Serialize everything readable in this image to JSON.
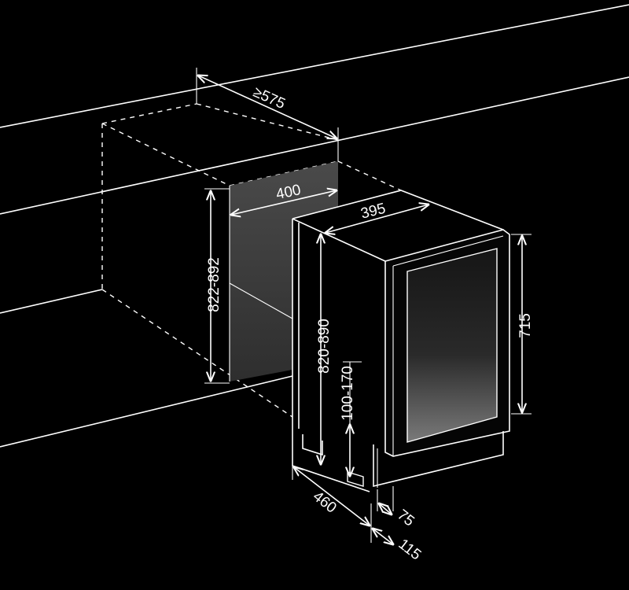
{
  "dimensions": {
    "niche_depth": "≥575",
    "niche_width": "400",
    "niche_height": "822-892",
    "unit_width": "395",
    "unit_height": "820-890",
    "door_height": "715",
    "plinth_height": "100-170",
    "unit_depth": "460",
    "door_offset": "75",
    "door_depth": "115"
  },
  "colors": {
    "background": "#000000",
    "line": "#ffffff",
    "niche_fill": "#3c3c3c",
    "glass_top": "#1a1a1a",
    "glass_bottom": "#6e6e6e"
  }
}
